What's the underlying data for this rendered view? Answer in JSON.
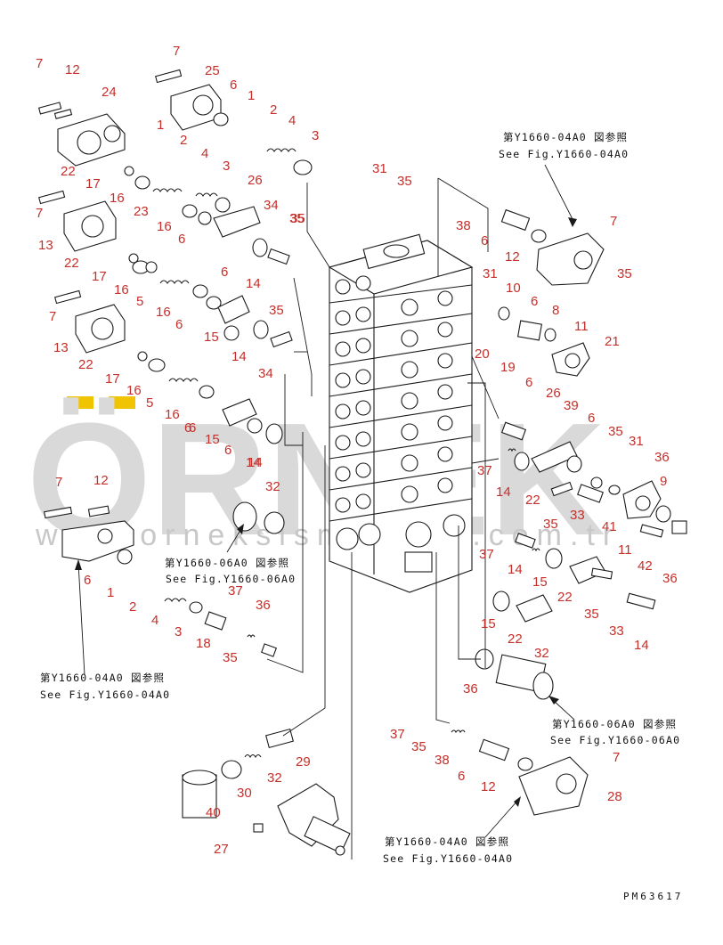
{
  "watermark": {
    "brand": "ÖRNEK",
    "url": "www.orneksismanlari.com.tr"
  },
  "drawing_code": "PM63617",
  "references": [
    {
      "jp": "第Y1660-04A0 図参照",
      "en": "See Fig.Y1660-04A0"
    },
    {
      "jp": "第Y1660-06A0 図参照",
      "en": "See Fig.Y1660-06A0"
    },
    {
      "jp": "第Y1660-04A0 図参照",
      "en": "See Fig.Y1660-04A0"
    },
    {
      "jp": "第Y1660-06A0 図参照",
      "en": "See Fig.Y1660-06A0"
    },
    {
      "jp": "第Y1660-04A0 図参照",
      "en": "See Fig.Y1660-04A0"
    }
  ],
  "callouts": [
    "7",
    "12",
    "24",
    "22",
    "17",
    "16",
    "23",
    "7",
    "13",
    "22",
    "17",
    "16",
    "5",
    "16",
    "6",
    "7",
    "13",
    "22",
    "17",
    "16",
    "5",
    "16",
    "6",
    "7",
    "25",
    "6",
    "1",
    "2",
    "4",
    "3",
    "1",
    "2",
    "4",
    "3",
    "26",
    "16",
    "6",
    "34",
    "35",
    "6",
    "14",
    "15",
    "14",
    "35",
    "34",
    "6",
    "15",
    "14",
    "6",
    "14",
    "32",
    "7",
    "12",
    "6",
    "1",
    "2",
    "4",
    "3",
    "18",
    "35",
    "37",
    "36",
    "31",
    "35",
    "35",
    "38",
    "6",
    "12",
    "7",
    "35",
    "31",
    "10",
    "6",
    "8",
    "11",
    "21",
    "20",
    "19",
    "6",
    "26",
    "39",
    "6",
    "35",
    "31",
    "36",
    "37",
    "14",
    "22",
    "35",
    "33",
    "41",
    "9",
    "11",
    "42",
    "36",
    "37",
    "14",
    "15",
    "22",
    "35",
    "33",
    "14",
    "15",
    "22",
    "32",
    "36",
    "37",
    "35",
    "38",
    "6",
    "12",
    "7",
    "28",
    "29",
    "32",
    "30",
    "40",
    "27"
  ]
}
